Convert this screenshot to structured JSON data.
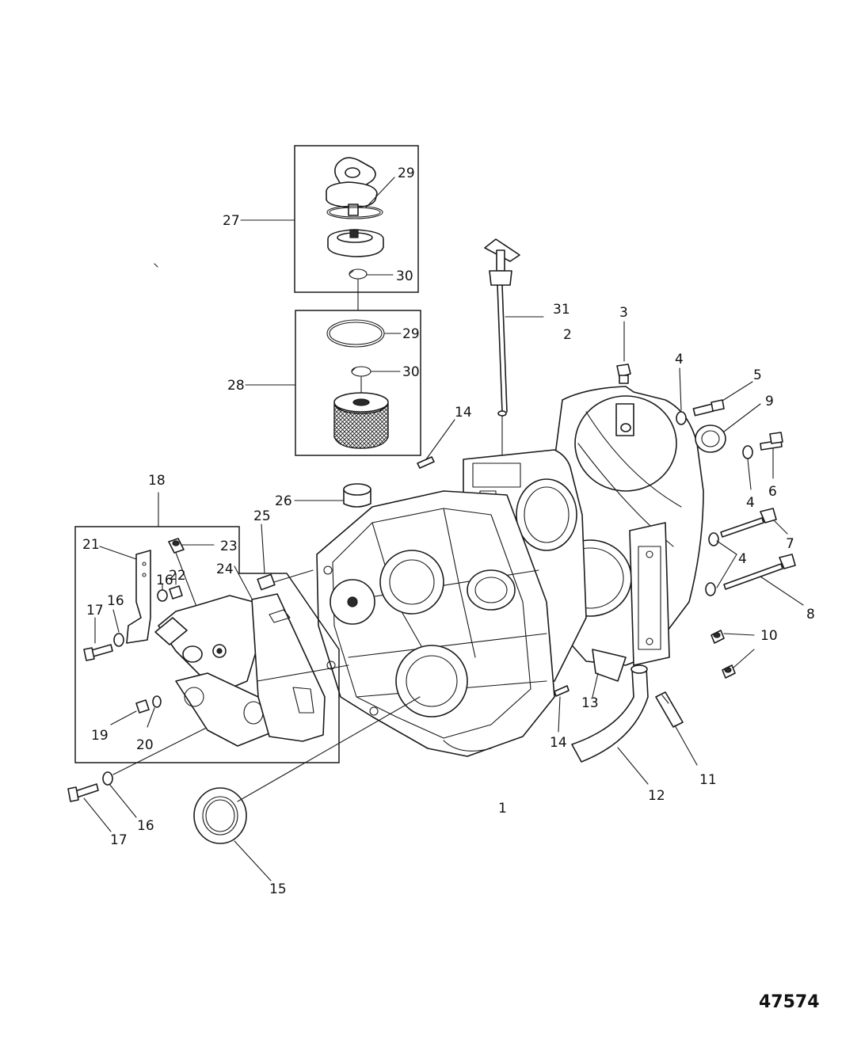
{
  "figure_number": "47574",
  "callouts": [
    {
      "id": "1",
      "text": "1"
    },
    {
      "id": "2",
      "text": "2"
    },
    {
      "id": "3",
      "text": "3"
    },
    {
      "id": "4a",
      "text": "4"
    },
    {
      "id": "4b",
      "text": "4"
    },
    {
      "id": "4c",
      "text": "4"
    },
    {
      "id": "5",
      "text": "5"
    },
    {
      "id": "6",
      "text": "6"
    },
    {
      "id": "7",
      "text": "7"
    },
    {
      "id": "8",
      "text": "8"
    },
    {
      "id": "9",
      "text": "9"
    },
    {
      "id": "10",
      "text": "10"
    },
    {
      "id": "11",
      "text": "11"
    },
    {
      "id": "12",
      "text": "12"
    },
    {
      "id": "13",
      "text": "13"
    },
    {
      "id": "14a",
      "text": "14"
    },
    {
      "id": "14b",
      "text": "14"
    },
    {
      "id": "15",
      "text": "15"
    },
    {
      "id": "16a",
      "text": "16"
    },
    {
      "id": "16b",
      "text": "16"
    },
    {
      "id": "16c",
      "text": "16"
    },
    {
      "id": "17a",
      "text": "17"
    },
    {
      "id": "17b",
      "text": "17"
    },
    {
      "id": "18",
      "text": "18"
    },
    {
      "id": "19",
      "text": "19"
    },
    {
      "id": "20",
      "text": "20"
    },
    {
      "id": "21",
      "text": "21"
    },
    {
      "id": "22",
      "text": "22"
    },
    {
      "id": "23",
      "text": "23"
    },
    {
      "id": "24",
      "text": "24"
    },
    {
      "id": "25",
      "text": "25"
    },
    {
      "id": "26",
      "text": "26"
    },
    {
      "id": "27",
      "text": "27"
    },
    {
      "id": "28",
      "text": "28"
    },
    {
      "id": "29a",
      "text": "29"
    },
    {
      "id": "29b",
      "text": "29"
    },
    {
      "id": "30a",
      "text": "30"
    },
    {
      "id": "30b",
      "text": "30"
    },
    {
      "id": "31",
      "text": "31"
    }
  ]
}
